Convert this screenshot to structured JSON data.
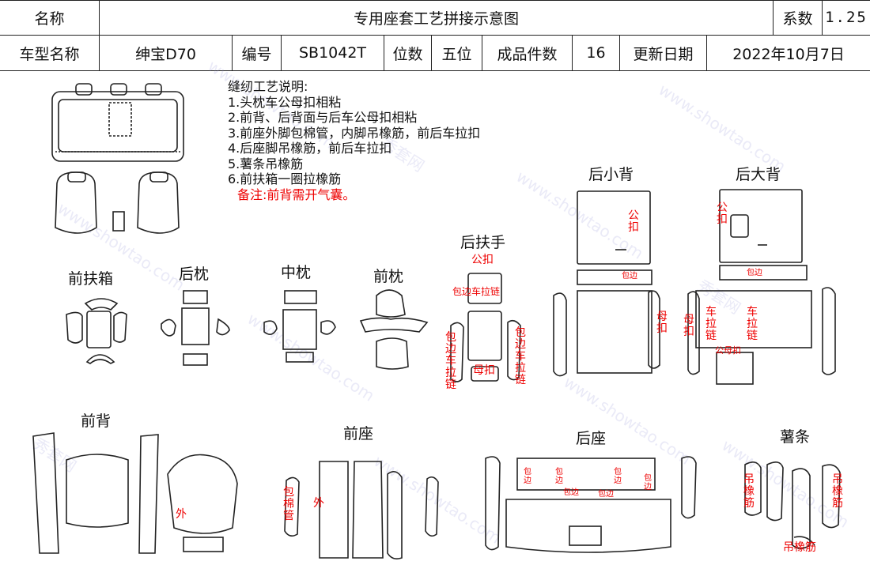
{
  "header": {
    "row1": {
      "name_label": "名称",
      "title": "专用座套工艺拼接示意图",
      "coef_label": "系数",
      "coef_value": "1.25"
    },
    "row2": {
      "model_label": "车型名称",
      "model_value": "绅宝D70",
      "code_label": "编号",
      "code_value": "SB1042T",
      "seats_label": "位数",
      "seats_value": "五位",
      "pieces_label": "成品件数",
      "pieces_value": "16",
      "date_label": "更新日期",
      "date_value": "2022年10月7日"
    }
  },
  "notes": {
    "title": "缝纫工艺说明:",
    "items": [
      "1.头枕车公母扣相粘",
      "2.前背、后背面与后车公母扣相粘",
      "3.前座外脚包棉管，内脚吊橡筋，前后车拉扣",
      "4.后座脚吊橡筋，前后车拉扣",
      "5.薯条吊橡筋",
      "6.前扶箱一圈拉橡筋"
    ],
    "remark": "备注:前背需开气囊。"
  },
  "sections": {
    "front_armrest": "前扶箱",
    "rear_headrest": "后枕",
    "mid_headrest": "中枕",
    "front_headrest": "前枕",
    "rear_armrest": "后扶手",
    "rear_small_back": "后小背",
    "rear_big_back": "后大背",
    "front_back": "前背",
    "front_seat": "前座",
    "rear_seat": "后座",
    "strips": "薯条"
  },
  "marks": {
    "male_clasp": "公扣",
    "male_v": "公\n扣",
    "female_clasp": "母扣",
    "female_v": "母\n扣",
    "edge_zipper": "包边车拉链",
    "edge_zipper_v": "包\n边\n车\n拉\n链",
    "car_zipper_v": "车\n拉\n链",
    "edge_v": "包\n边",
    "edge": "包边",
    "outer": "外",
    "cotton_tube_v": "包\n棉\n管",
    "elastic_v": "吊\n橡\n筋",
    "elastic": "吊橡筋",
    "male_female": "公母扣"
  },
  "watermark": {
    "cn": "秀套网",
    "url": "www.showtao.com"
  },
  "colors": {
    "line": "#222222",
    "accent_red": "#e00000",
    "watermark": "#9c9cd2"
  }
}
